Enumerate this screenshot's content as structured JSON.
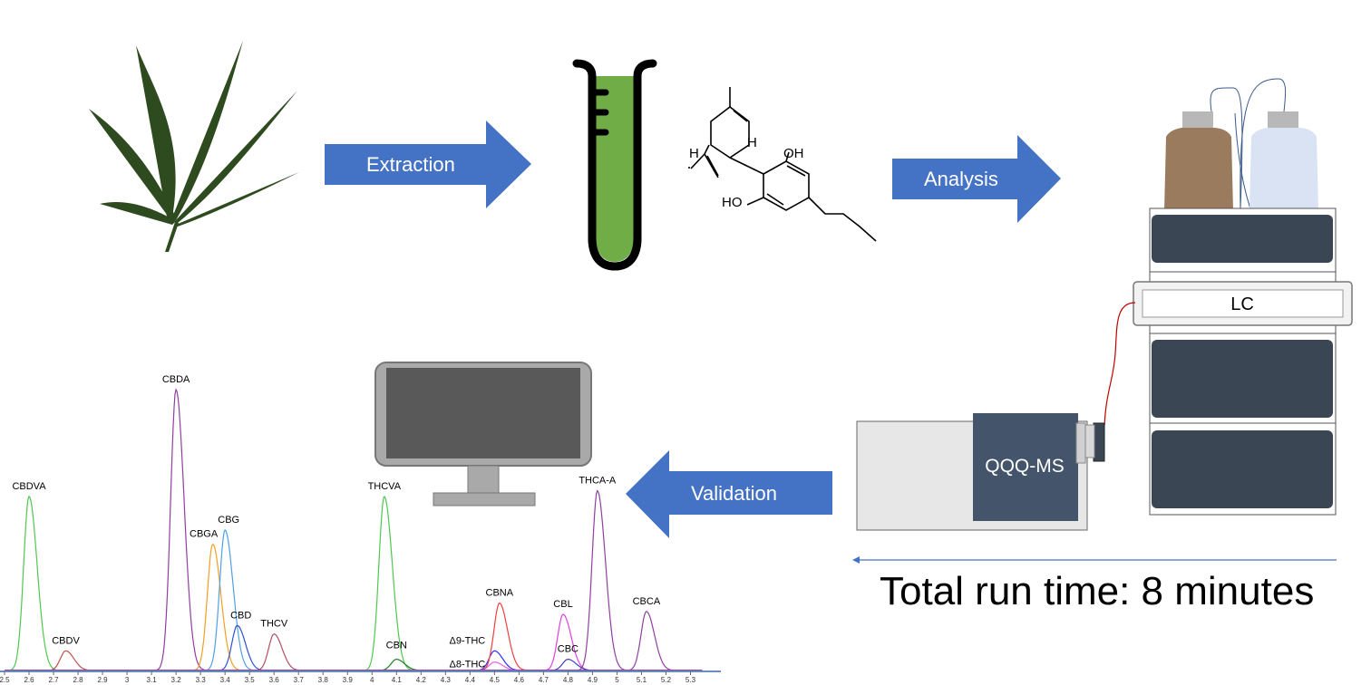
{
  "steps": {
    "extraction": "Extraction",
    "analysis": "Analysis",
    "validation": "Validation"
  },
  "instrument": {
    "lc": "LC",
    "ms": "QQQ-MS"
  },
  "run_time": "Total run time: 8 minutes",
  "molecule": {
    "oh_top": "OH",
    "ho_bottom": "HO",
    "h_left": "H",
    "h_right": "H"
  },
  "colors": {
    "arrow": "#4472c4",
    "leaf": "#2e4a1f",
    "tube_fill": "#70ad47",
    "instrument_dark": "#3b4654",
    "bottle_brown": "#9b7b5e",
    "bottle_blue": "#dae3f3",
    "ms_box": "#44546a"
  },
  "chart_data": {
    "type": "line",
    "x_ticks": [
      "2.5",
      "2.6",
      "2.7",
      "2.8",
      "2.9",
      "3",
      "3.1",
      "3.2",
      "3.3",
      "3.4",
      "3.5",
      "3.6",
      "3.7",
      "3.8",
      "3.9",
      "4",
      "4.1",
      "4.2",
      "4.3",
      "4.4",
      "4.5",
      "4.6",
      "4.7",
      "4.8",
      "4.9",
      "5",
      "5.1",
      "5.2",
      "5.3"
    ],
    "xlim": [
      2.5,
      5.35
    ],
    "peaks": [
      {
        "name": "CBDVA",
        "rt": 2.6,
        "height": 0.62,
        "color": "#4fc84f"
      },
      {
        "name": "CBDV",
        "rt": 2.75,
        "height": 0.07,
        "color": "#c05050"
      },
      {
        "name": "CBDA",
        "rt": 3.2,
        "height": 1.0,
        "color": "#9040a0"
      },
      {
        "name": "CBGA",
        "rt": 3.35,
        "height": 0.45,
        "color": "#f0a020"
      },
      {
        "name": "CBG",
        "rt": 3.4,
        "height": 0.5,
        "color": "#4fa0e8"
      },
      {
        "name": "CBD",
        "rt": 3.45,
        "height": 0.16,
        "color": "#3050d0"
      },
      {
        "name": "THCV",
        "rt": 3.6,
        "height": 0.13,
        "color": "#b05060"
      },
      {
        "name": "THCVA",
        "rt": 4.05,
        "height": 0.62,
        "color": "#4fc84f"
      },
      {
        "name": "CBN",
        "rt": 4.1,
        "height": 0.04,
        "color": "#208020"
      },
      {
        "name": "Δ9-THC",
        "rt": 4.5,
        "height": 0.07,
        "color": "#3030ff"
      },
      {
        "name": "Δ8-THC",
        "rt": 4.5,
        "height": 0.03,
        "color": "#e060e0"
      },
      {
        "name": "CBNA",
        "rt": 4.52,
        "height": 0.24,
        "color": "#f04040"
      },
      {
        "name": "CBL",
        "rt": 4.78,
        "height": 0.2,
        "color": "#e040e0"
      },
      {
        "name": "CBC",
        "rt": 4.8,
        "height": 0.04,
        "color": "#4040c0"
      },
      {
        "name": "THCA-A",
        "rt": 4.92,
        "height": 0.64,
        "color": "#9040a0"
      },
      {
        "name": "CBCA",
        "rt": 5.12,
        "height": 0.21,
        "color": "#9040a0"
      }
    ]
  }
}
